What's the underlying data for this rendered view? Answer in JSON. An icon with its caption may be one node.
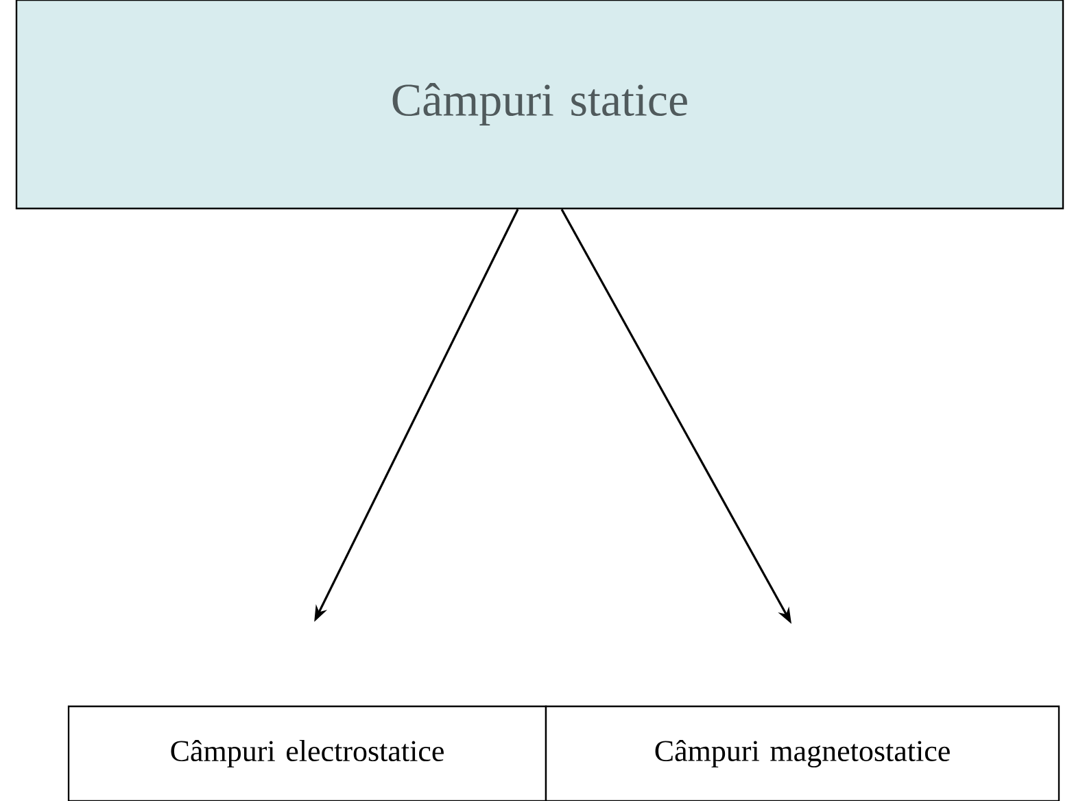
{
  "diagram": {
    "nodes": [
      {
        "text": [
          "Câmpuri statice"
        ]
      },
      {
        "text": [
          "Câmpuri electrostatice"
        ]
      },
      {
        "text": [
          "Câmpuri magnetostatice"
        ]
      }
    ],
    "edges": [
      {
        "from": 0,
        "to": 1,
        "arrow": "to"
      },
      {
        "from": 0,
        "to": 2,
        "arrow": "to"
      }
    ]
  }
}
